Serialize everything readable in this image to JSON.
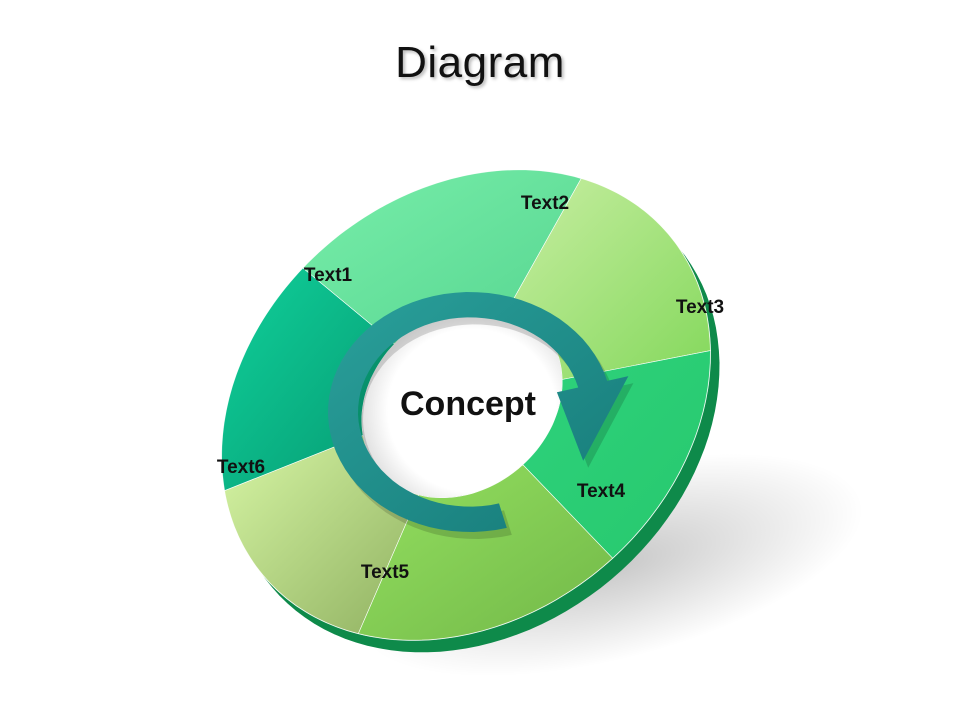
{
  "title": "Diagram",
  "center": {
    "label": "Concept"
  },
  "segments": [
    {
      "label": "Text1",
      "color_light": "#d7f6a5",
      "color_dark": "#8fb060"
    },
    {
      "label": "Text2",
      "color_light": "#10d09a",
      "color_dark": "#069a72"
    },
    {
      "label": "Text3",
      "color_light": "#78eeaa",
      "color_dark": "#56d590"
    },
    {
      "label": "Text4",
      "color_light": "#c8eea2",
      "color_dark": "#84d85c"
    },
    {
      "label": "Text5",
      "color_light": "#2ed27c",
      "color_dark": "#27c86d"
    },
    {
      "label": "Text6",
      "color_light": "#94e060",
      "color_dark": "#72b848"
    }
  ],
  "colors": {
    "rim_side": "#0e8a4a",
    "arrow": "#167a78",
    "arrow_highlight": "#2aa09b"
  }
}
